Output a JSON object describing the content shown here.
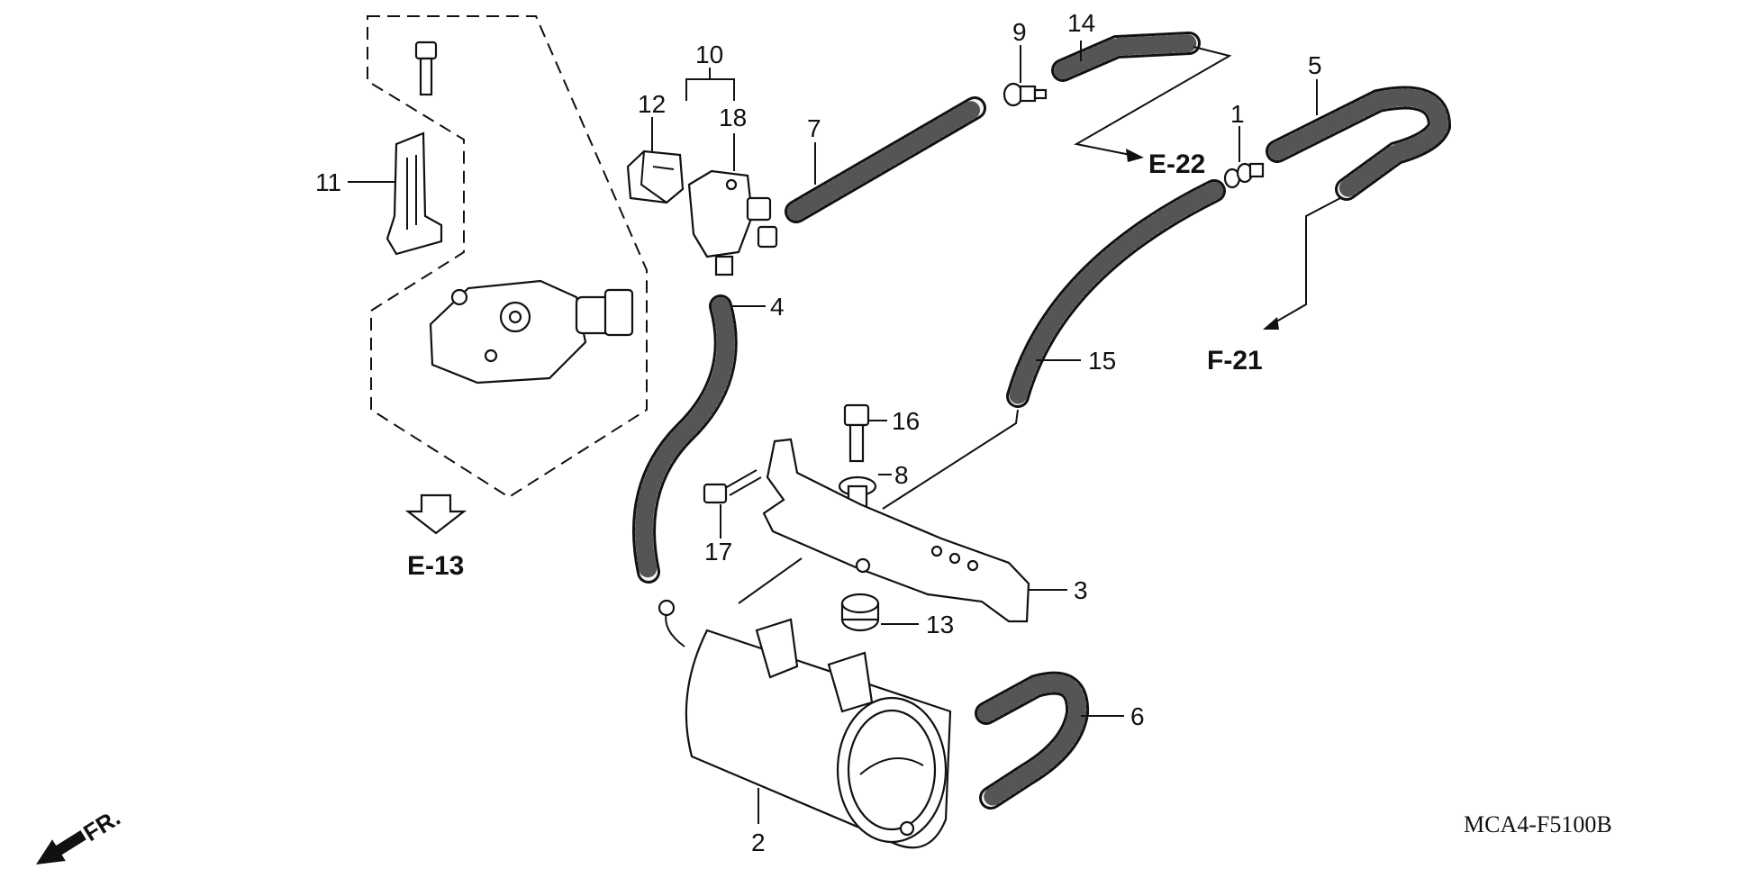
{
  "callouts": {
    "c1": "1",
    "c2": "2",
    "c3": "3",
    "c4": "4",
    "c5": "5",
    "c6": "6",
    "c7": "7",
    "c8": "8",
    "c9": "9",
    "c10": "10",
    "c11": "11",
    "c12": "12",
    "c13": "13",
    "c14": "14",
    "c15": "15",
    "c16": "16",
    "c17": "17",
    "c18": "18"
  },
  "references": {
    "e13": "E-13",
    "e22": "E-22",
    "f21": "F-21"
  },
  "direction_label": "FR.",
  "diagram_code": "MCA4-F5100B",
  "colors": {
    "ink": "#111111",
    "background": "#ffffff"
  }
}
